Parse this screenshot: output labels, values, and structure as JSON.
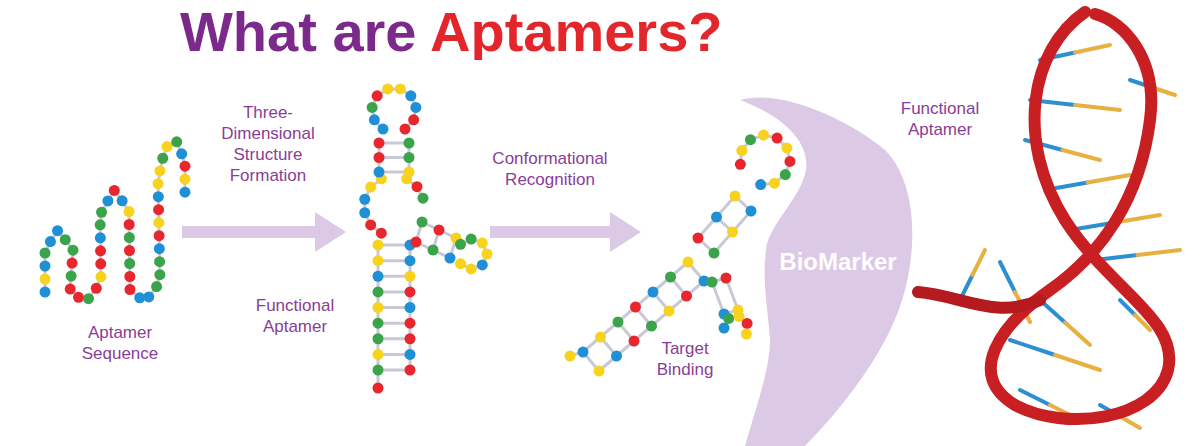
{
  "diagram": {
    "title": "What are Aptamers?",
    "nodes": [
      {
        "text": [
          "BioMarker"
        ]
      }
    ],
    "labels": [
      "Three-Dimensional Structure Formation",
      "Conformational Recognition",
      "Aptamer Sequence",
      "Functional Aptamer",
      "Target Binding",
      "Functional Aptamer"
    ]
  }
}
